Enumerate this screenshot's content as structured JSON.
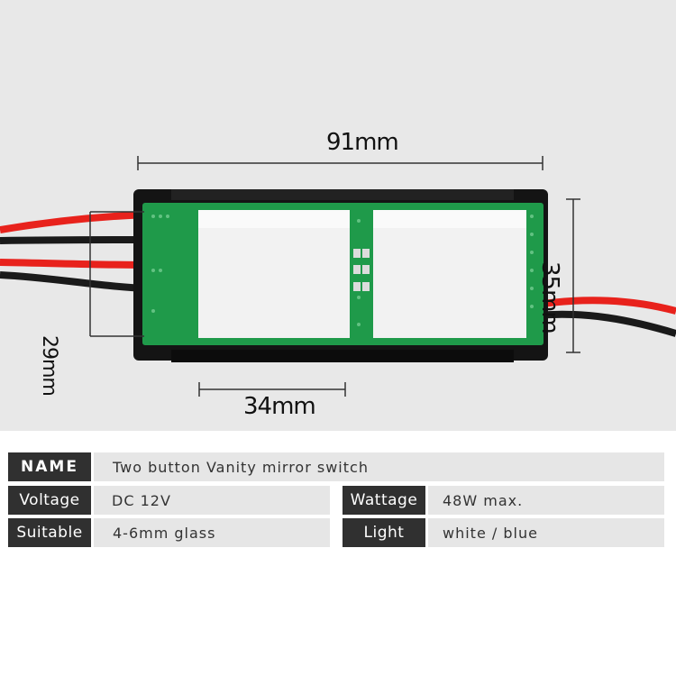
{
  "dimensions": {
    "total_width": "91mm",
    "total_height": "35mm",
    "inner_height": "29mm",
    "pad_width": "34mm"
  },
  "specs": {
    "name": {
      "label": "NAME",
      "value": "Two button Vanity mirror switch"
    },
    "voltage": {
      "label": "Voltage",
      "value": "DC 12V"
    },
    "wattage": {
      "label": "Wattage",
      "value": "48W max."
    },
    "suitable": {
      "label": "Suitable",
      "value": "4-6mm glass"
    },
    "light": {
      "label": "Light",
      "value": "white / blue"
    }
  },
  "colors": {
    "photo_bg": "#e8e8e8",
    "label_bg": "#303030",
    "value_bg": "#e6e6e6",
    "pcb_green": "#1f9a4a",
    "wire_red": "#e8221c"
  }
}
